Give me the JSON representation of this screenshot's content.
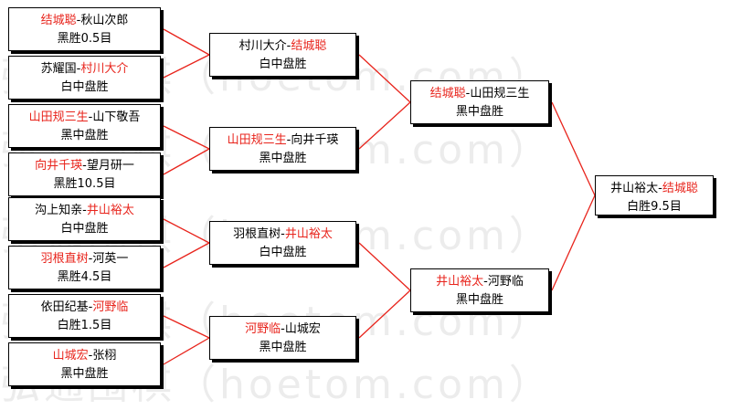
{
  "watermark": "弘通围棋（hoetom.com）",
  "bracket": {
    "round1": [
      {
        "top": [
          {
            "t": "结城聪",
            "win": true
          },
          {
            "t": "-秋山次郎",
            "win": false
          }
        ],
        "result": "黑胜0.5目"
      },
      {
        "top": [
          {
            "t": "苏耀国-",
            "win": false
          },
          {
            "t": "村川大介",
            "win": true
          }
        ],
        "result": "白中盘胜"
      },
      {
        "top": [
          {
            "t": "山田规三生",
            "win": true
          },
          {
            "t": "-山下敬吾",
            "win": false
          }
        ],
        "result": "黑中盘胜"
      },
      {
        "top": [
          {
            "t": "向井千瑛",
            "win": true
          },
          {
            "t": "-望月研一",
            "win": false
          }
        ],
        "result": "黑胜10.5目"
      },
      {
        "top": [
          {
            "t": "沟上知亲-",
            "win": false
          },
          {
            "t": "井山裕太",
            "win": true
          }
        ],
        "result": "白中盘胜"
      },
      {
        "top": [
          {
            "t": "羽根直树",
            "win": true
          },
          {
            "t": "-河英一",
            "win": false
          }
        ],
        "result": "黑胜4.5目"
      },
      {
        "top": [
          {
            "t": "依田纪基-",
            "win": false
          },
          {
            "t": "河野临",
            "win": true
          }
        ],
        "result": "白胜1.5目"
      },
      {
        "top": [
          {
            "t": "山城宏",
            "win": true
          },
          {
            "t": "-张栩",
            "win": false
          }
        ],
        "result": "黑中盘胜"
      }
    ],
    "round2": [
      {
        "top": [
          {
            "t": "村川大介-",
            "win": false
          },
          {
            "t": "结城聪",
            "win": true
          }
        ],
        "result": "白中盘胜"
      },
      {
        "top": [
          {
            "t": "山田规三生",
            "win": true
          },
          {
            "t": "-向井千瑛",
            "win": false
          }
        ],
        "result": "黑中盘胜"
      },
      {
        "top": [
          {
            "t": "羽根直树-",
            "win": false
          },
          {
            "t": "井山裕太",
            "win": true
          }
        ],
        "result": "白中盘胜"
      },
      {
        "top": [
          {
            "t": "河野临",
            "win": true
          },
          {
            "t": "-山城宏",
            "win": false
          }
        ],
        "result": "黑中盘胜"
      }
    ],
    "round3": [
      {
        "top": [
          {
            "t": "结城聪",
            "win": true
          },
          {
            "t": "-山田规三生",
            "win": false
          }
        ],
        "result": "黑中盘胜"
      },
      {
        "top": [
          {
            "t": "井山裕太",
            "win": true
          },
          {
            "t": "-河野临",
            "win": false
          }
        ],
        "result": "黑中盘胜"
      }
    ],
    "final": [
      {
        "top": [
          {
            "t": "井山裕太-",
            "win": false
          },
          {
            "t": "结城聪",
            "win": true
          }
        ],
        "result": "白胜9.5目"
      }
    ]
  },
  "colors": {
    "winner": "#e8241c",
    "connector": "#e8241c",
    "box_border": "#000000",
    "watermark": "#ececec"
  }
}
